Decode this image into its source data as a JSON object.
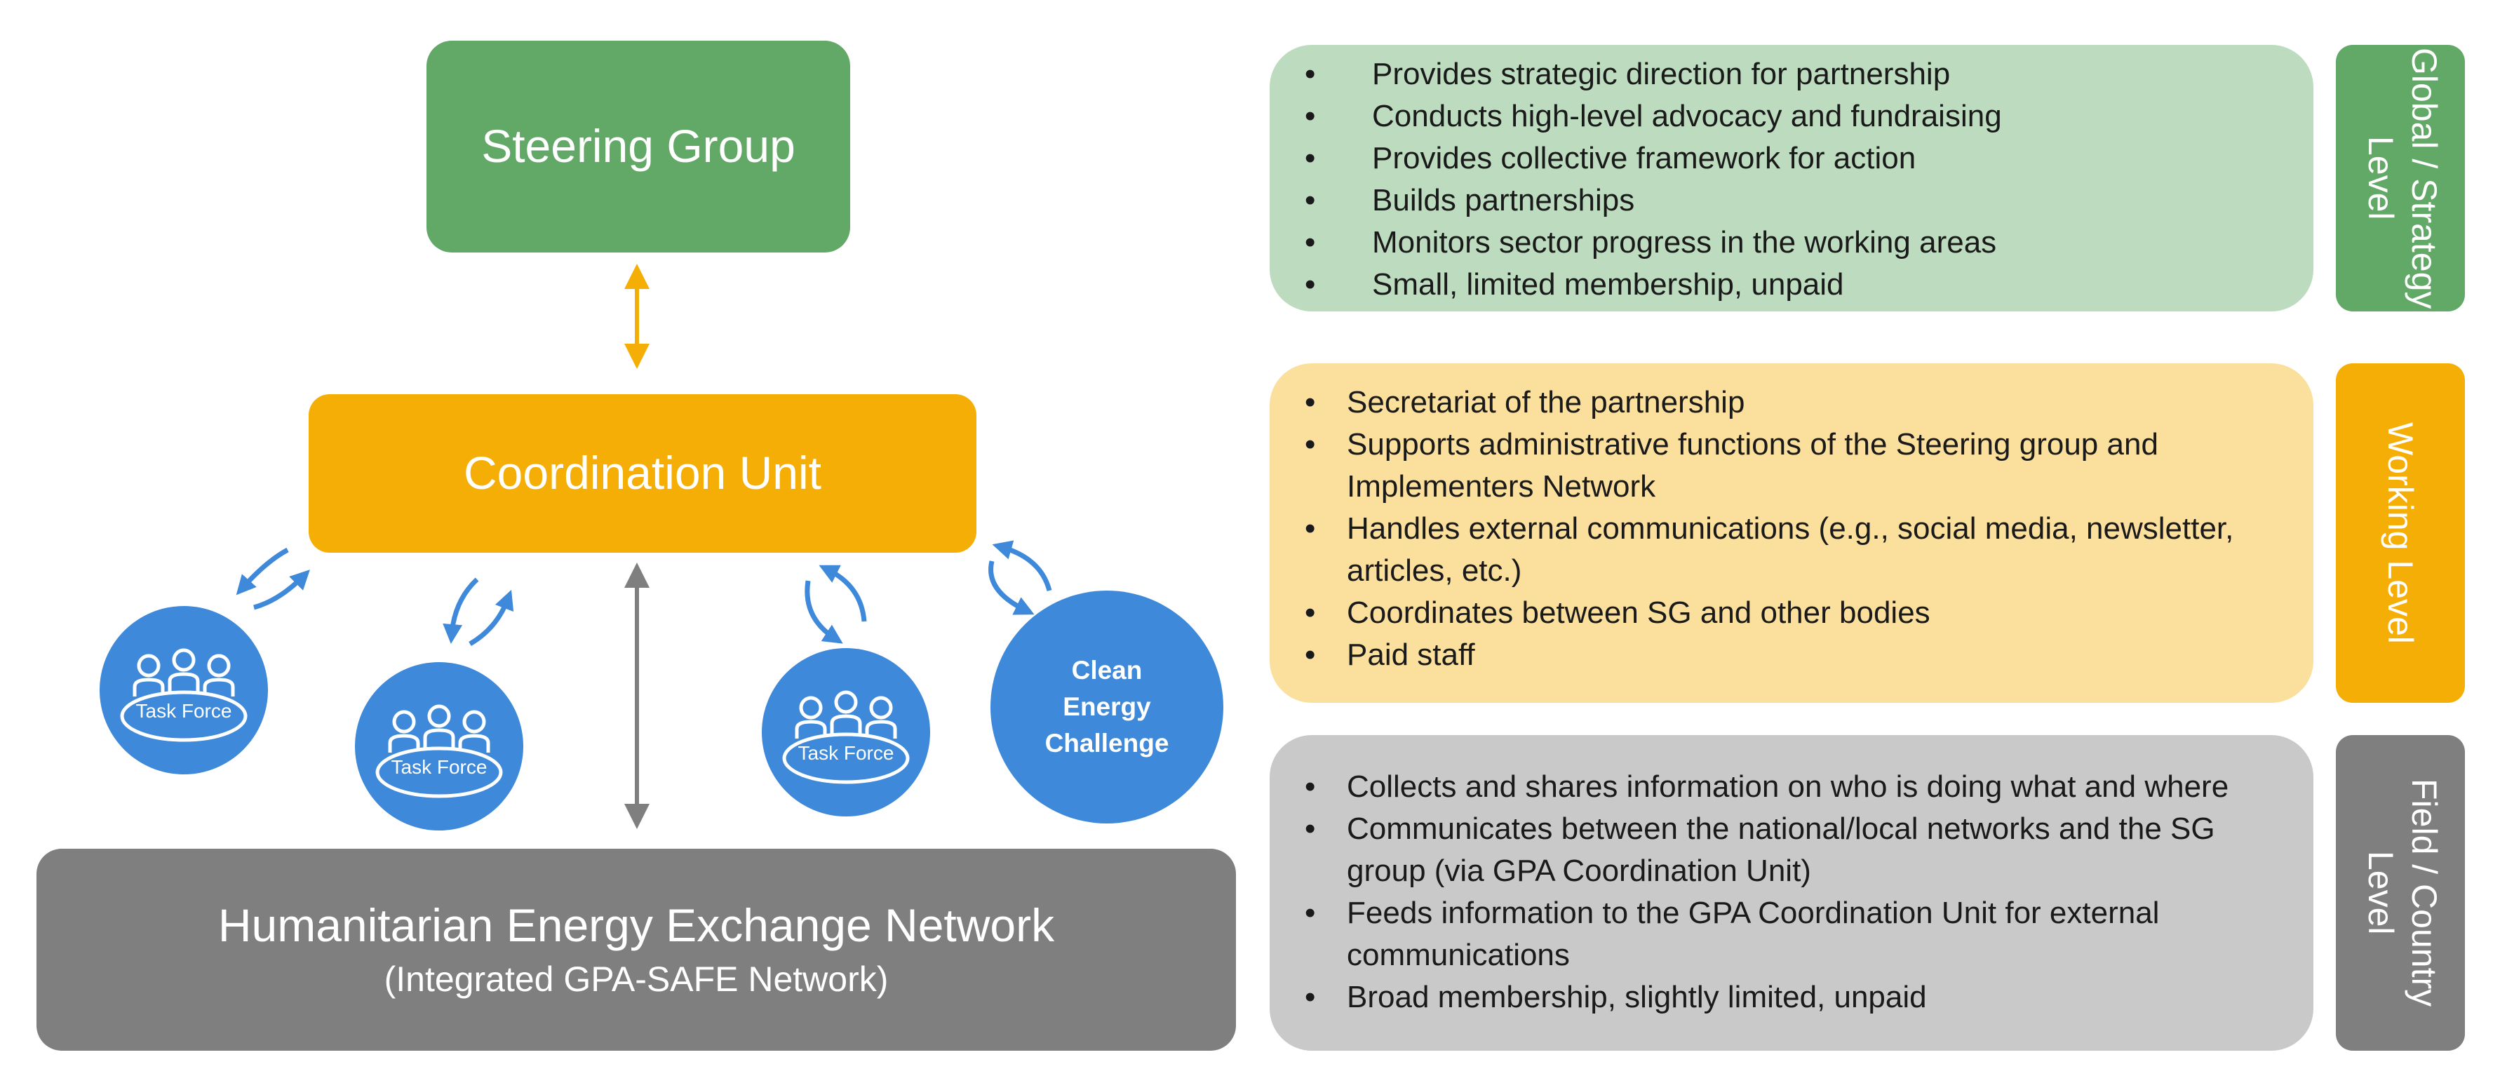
{
  "colors": {
    "green": "#62a867",
    "orange": "#f5ae05",
    "gray": "#7f7f7f",
    "blue": "#3e89d9",
    "green_light": "#bddcbf",
    "orange_light": "#fbdf9c",
    "gray_light": "#c9c9c9"
  },
  "structure": {
    "steering_group": {
      "title": "Steering Group"
    },
    "coordination_unit": {
      "title": "Coordination Unit"
    },
    "network": {
      "title": "Humanitarian Energy Exchange Network",
      "subtitle": "(Integrated GPA-SAFE Network)"
    },
    "task_forces": [
      {
        "label": "Task Force"
      },
      {
        "label": "Task Force"
      },
      {
        "label": "Task Force"
      }
    ],
    "clean_energy_challenge": {
      "lines": [
        "Clean",
        "Energy",
        "Challenge"
      ]
    }
  },
  "levels": {
    "global": {
      "label": "Global / Strategy Level",
      "items": [
        "Provides strategic direction for partnership",
        "Conducts high-level advocacy and fundraising",
        "Provides collective framework for action",
        "Builds partnerships",
        "Monitors sector progress in the working areas",
        "Small, limited membership, unpaid"
      ]
    },
    "working": {
      "label": "Working Level",
      "items": [
        "Secretariat of the partnership",
        "Supports administrative functions of the Steering group and Implementers Network",
        "Handles external communications (e.g., social media, newsletter, articles, etc.)",
        "Coordinates between SG and other bodies",
        "Paid staff"
      ]
    },
    "field": {
      "label": "Field / Country Level",
      "items": [
        "Collects and shares information on who is doing what and where",
        "Communicates between the national/local networks and the SG group (via GPA Coordination Unit)",
        "Feeds information to the GPA Coordination Unit for external communications",
        "Broad membership, slightly limited, unpaid"
      ]
    }
  }
}
